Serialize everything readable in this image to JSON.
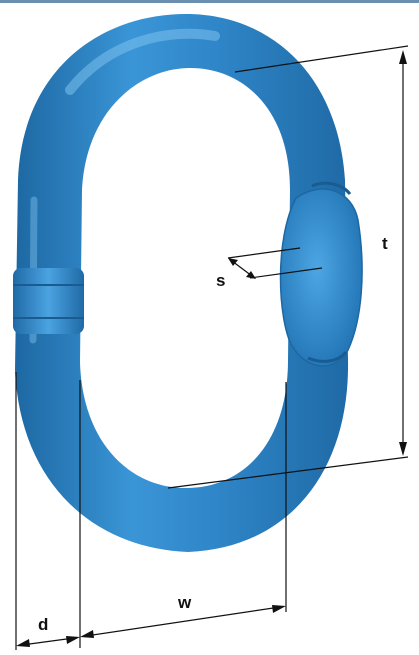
{
  "labels": {
    "t": "t",
    "s": "s",
    "w": "w",
    "d": "d"
  },
  "colors": {
    "link_base": "#2f86c8",
    "link_light": "#62b0e6",
    "link_dark": "#1f6aa6",
    "dimension_line": "#111111"
  }
}
